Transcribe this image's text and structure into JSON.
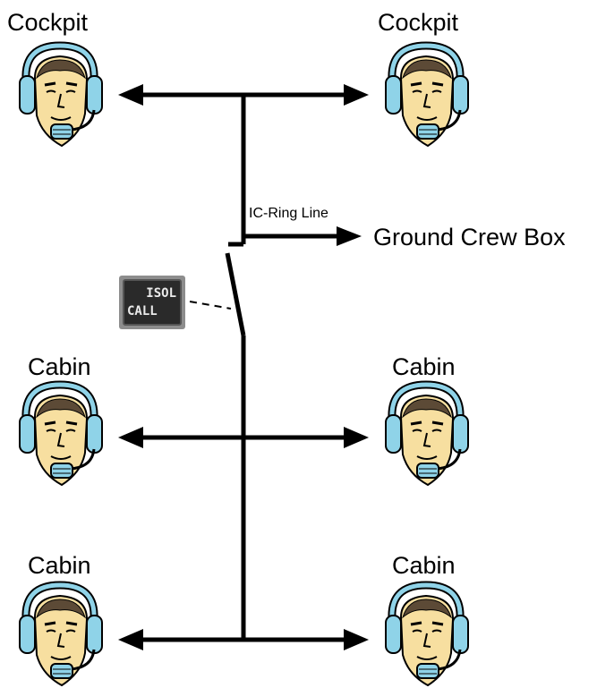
{
  "labels": {
    "cockpit_left": "Cockpit",
    "cockpit_right": "Cockpit",
    "cabin_1_left": "Cabin",
    "cabin_1_right": "Cabin",
    "cabin_2_left": "Cabin",
    "cabin_2_right": "Cabin",
    "ring_line": "IC-Ring Line",
    "ground_crew": "Ground Crew Box"
  },
  "button": {
    "top": "ISOL",
    "bottom": "CALL"
  },
  "colors": {
    "skin": "#f7dfa0",
    "headset": "#8fd3e8",
    "line": "#000000"
  }
}
